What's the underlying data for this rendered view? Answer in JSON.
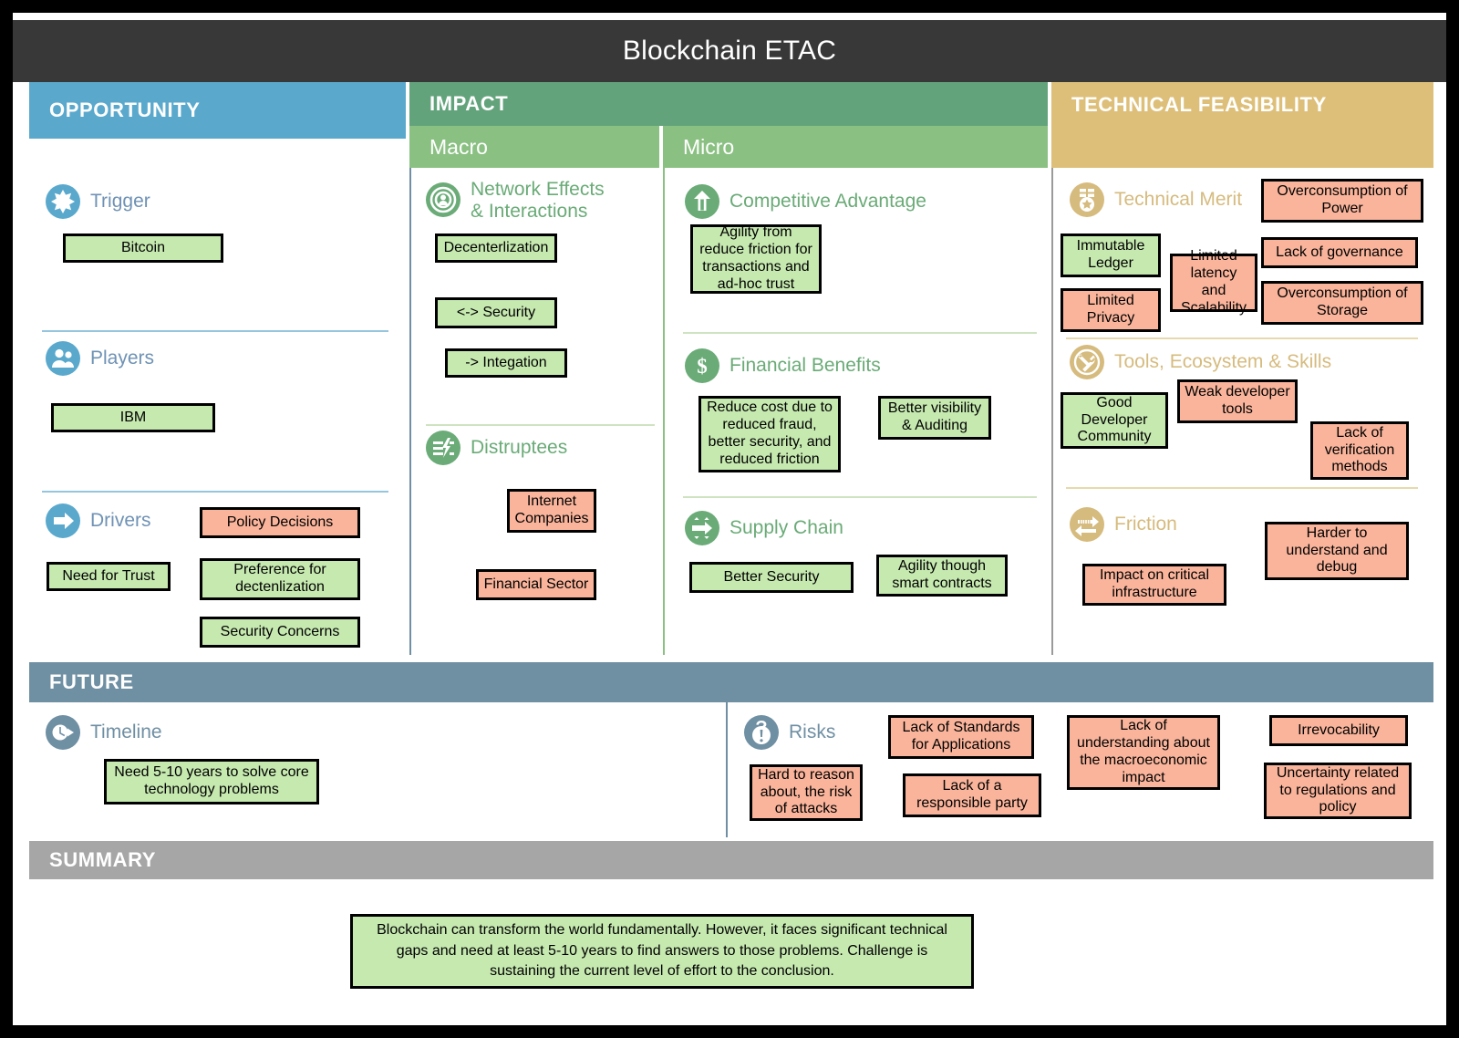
{
  "title": "Blockchain ETAC",
  "bands": {
    "opportunity": "OPPORTUNITY",
    "impact": "IMPACT",
    "macro": "Macro",
    "micro": "Micro",
    "technical": "TECHNICAL FEASIBILITY",
    "future": "FUTURE",
    "summary": "SUMMARY"
  },
  "opportunity": {
    "trigger": {
      "title": "Trigger",
      "icon": "star-burst-icon",
      "cards": [
        {
          "text": "Bitcoin",
          "tone": "green"
        }
      ]
    },
    "players": {
      "title": "Players",
      "icon": "people-group-icon",
      "cards": [
        {
          "text": "IBM",
          "tone": "green"
        }
      ]
    },
    "drivers": {
      "title": "Drivers",
      "icon": "arrow-right-block-icon",
      "cards": [
        {
          "text": "Policy Decisions",
          "tone": "red"
        },
        {
          "text": "Need for Trust",
          "tone": "green"
        },
        {
          "text": "Preference  for dectenlization",
          "tone": "green"
        },
        {
          "text": "Security Concerns",
          "tone": "green"
        }
      ]
    }
  },
  "macro": {
    "network": {
      "title": "Network Effects\n& Interactions",
      "line1": "Network Effects",
      "line2": "& Interactions",
      "icon": "network-target-icon",
      "cards": [
        {
          "text": "Decenterlization",
          "tone": "green"
        },
        {
          "text": "<-> Security",
          "tone": "green"
        },
        {
          "text": "-> Integation",
          "tone": "green"
        }
      ]
    },
    "disruptees": {
      "title": "Distruptees",
      "icon": "disruption-bolt-icon",
      "cards": [
        {
          "text": "Internet Companies",
          "tone": "red"
        },
        {
          "text": "Financial Sector",
          "tone": "red"
        }
      ]
    }
  },
  "micro": {
    "competitive": {
      "title": "Competitive Advantage",
      "icon": "up-arrow-icon",
      "cards": [
        {
          "text": "Agility from reduce friction for transactions and ad-hoc trust",
          "tone": "green"
        }
      ]
    },
    "financial": {
      "title": "Financial Benefits",
      "icon": "dollar-icon",
      "cards": [
        {
          "text": "Reduce cost due to reduced fraud, better security, and reduced friction",
          "tone": "green"
        },
        {
          "text": "Better visibility & Auditing",
          "tone": "green"
        }
      ]
    },
    "supply": {
      "title": "Supply Chain",
      "icon": "supply-chain-icon",
      "cards": [
        {
          "text": "Better Security",
          "tone": "green"
        },
        {
          "text": "Agility though smart contracts",
          "tone": "green"
        }
      ]
    }
  },
  "technical": {
    "merit": {
      "title": "Technical Merit",
      "icon": "medal-star-icon",
      "cards": [
        {
          "text": "Overconsumption of Power",
          "tone": "red"
        },
        {
          "text": "Lack of governance",
          "tone": "red"
        },
        {
          "text": "Overconsumption of Storage",
          "tone": "red"
        },
        {
          "text": "Immutable Ledger",
          "tone": "green"
        },
        {
          "text": "Limited latency and Scalability",
          "tone": "red"
        },
        {
          "text": "Limited Privacy",
          "tone": "red"
        }
      ]
    },
    "tools": {
      "title": "Tools, Ecosystem & Skills",
      "icon": "tools-wrench-icon",
      "cards": [
        {
          "text": "Good Developer Community",
          "tone": "green"
        },
        {
          "text": "Weak developer tools",
          "tone": "red"
        },
        {
          "text": "Lack of verification methods",
          "tone": "red"
        }
      ]
    },
    "friction": {
      "title": "Friction",
      "icon": "friction-arrow-icon",
      "cards": [
        {
          "text": "Impact on critical infrastructure",
          "tone": "red"
        },
        {
          "text": "Harder to understand and debug",
          "tone": "red"
        }
      ]
    }
  },
  "future": {
    "timeline": {
      "title": "Timeline",
      "icon": "clock-forward-icon",
      "cards": [
        {
          "text": "Need 5-10 years to solve core technology problems",
          "tone": "green"
        }
      ]
    },
    "risks": {
      "title": "Risks",
      "icon": "alert-exclamation-icon",
      "cards": [
        {
          "text": "Lack of Standards for Applications",
          "tone": "red"
        },
        {
          "text": "Hard to reason about, the risk of attacks",
          "tone": "red"
        },
        {
          "text": "Lack of a responsible party",
          "tone": "red"
        },
        {
          "text": "Lack of understanding about the macroeconomic impact",
          "tone": "red"
        },
        {
          "text": "Irrevocability",
          "tone": "red"
        },
        {
          "text": "Uncertainty related to regulations and policy",
          "tone": "red"
        }
      ]
    }
  },
  "summary": {
    "text": "Blockchain can transform the world fundamentally.  However, it faces significant technical gaps and need at least 5-10 years to find answers to those problems. Challenge is sustaining the current level of effort to the conclusion."
  },
  "colors": {
    "title_bar": "#383838",
    "opportunity": "#5aa9cd",
    "impact": "#63a37c",
    "impact_sub": "#8bc083",
    "technical": "#ddbf79",
    "future": "#6f8fa3",
    "summary": "#a6a6a6",
    "card_green": "#c6e9b0",
    "card_red": "#f9b49b"
  }
}
